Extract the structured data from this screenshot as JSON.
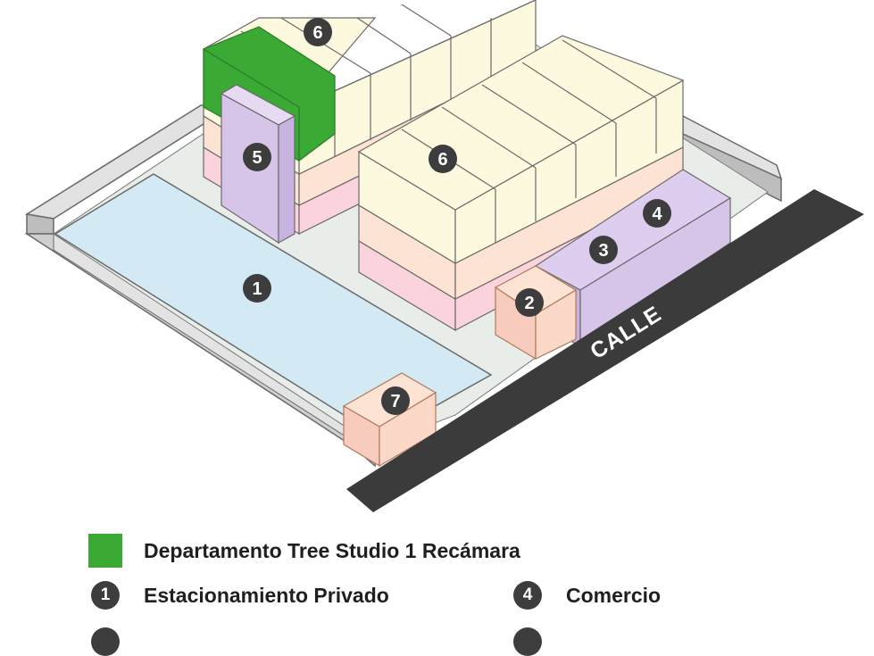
{
  "diagram": {
    "street_label": "CALLE",
    "markers": {
      "m1": "1",
      "m2": "2",
      "m3": "3",
      "m4": "4",
      "m5": "5",
      "m6a": "6",
      "m6b": "6",
      "m7": "7"
    }
  },
  "legend": {
    "items": [
      {
        "swatch": "square",
        "label": "Departamento Tree Studio 1 Recámara",
        "color": "#3aaa35"
      },
      {
        "badge": "1",
        "label": "Estacionamiento Privado"
      },
      {
        "badge": "4",
        "label": "Comercio"
      }
    ]
  },
  "colors": {
    "wall_top": "#e6e6e6",
    "wall_side": "#bcbcbc",
    "ground": "#e8ece8",
    "parking": "#d3e9f3",
    "residential_top": "#fdf9df",
    "level_peach": "#fde3d3",
    "level_pink": "#fbd3dc",
    "commerce": "#d7c5e9",
    "studio": "#3aaa35",
    "street": "#3b3b3b",
    "badge": "#3d3d3d"
  }
}
